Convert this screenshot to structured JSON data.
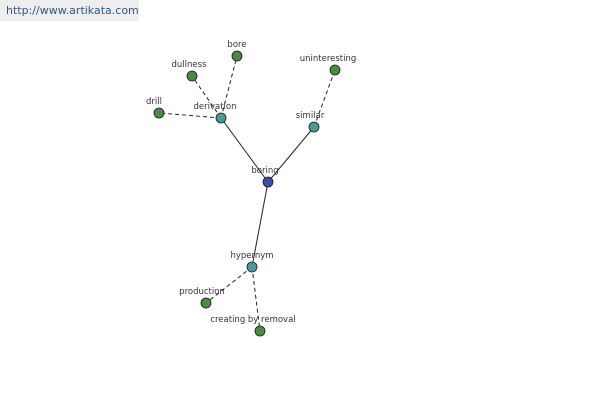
{
  "header": {
    "url": "http://www.artikata.com"
  },
  "colors": {
    "center": "#3a4fa0",
    "relation": "#4a9a96",
    "leaf": "#4b8a44",
    "edge": "#222222",
    "url_bg": "#eeeeee",
    "url_text": "#33558a"
  },
  "graph": {
    "nodes": [
      {
        "id": "boring",
        "label": "boring",
        "kind": "center"
      },
      {
        "id": "derivation",
        "label": "derivation",
        "kind": "relation"
      },
      {
        "id": "similar",
        "label": "similar",
        "kind": "relation"
      },
      {
        "id": "hypernym",
        "label": "hypernym",
        "kind": "relation"
      },
      {
        "id": "bore",
        "label": "bore",
        "kind": "leaf"
      },
      {
        "id": "dullness",
        "label": "dullness",
        "kind": "leaf"
      },
      {
        "id": "drill",
        "label": "drill",
        "kind": "leaf"
      },
      {
        "id": "uninteresting",
        "label": "uninteresting",
        "kind": "leaf"
      },
      {
        "id": "production",
        "label": "production",
        "kind": "leaf"
      },
      {
        "id": "creating-by-removal",
        "label": "creating by removal",
        "kind": "leaf"
      }
    ],
    "edges": [
      {
        "from": "boring",
        "to": "derivation",
        "style": "solid"
      },
      {
        "from": "boring",
        "to": "similar",
        "style": "solid"
      },
      {
        "from": "boring",
        "to": "hypernym",
        "style": "solid"
      },
      {
        "from": "derivation",
        "to": "bore",
        "style": "dashed"
      },
      {
        "from": "derivation",
        "to": "dullness",
        "style": "dashed"
      },
      {
        "from": "derivation",
        "to": "drill",
        "style": "dashed"
      },
      {
        "from": "similar",
        "to": "uninteresting",
        "style": "dashed"
      },
      {
        "from": "hypernym",
        "to": "production",
        "style": "dashed"
      },
      {
        "from": "hypernym",
        "to": "creating-by-removal",
        "style": "dashed"
      }
    ]
  }
}
